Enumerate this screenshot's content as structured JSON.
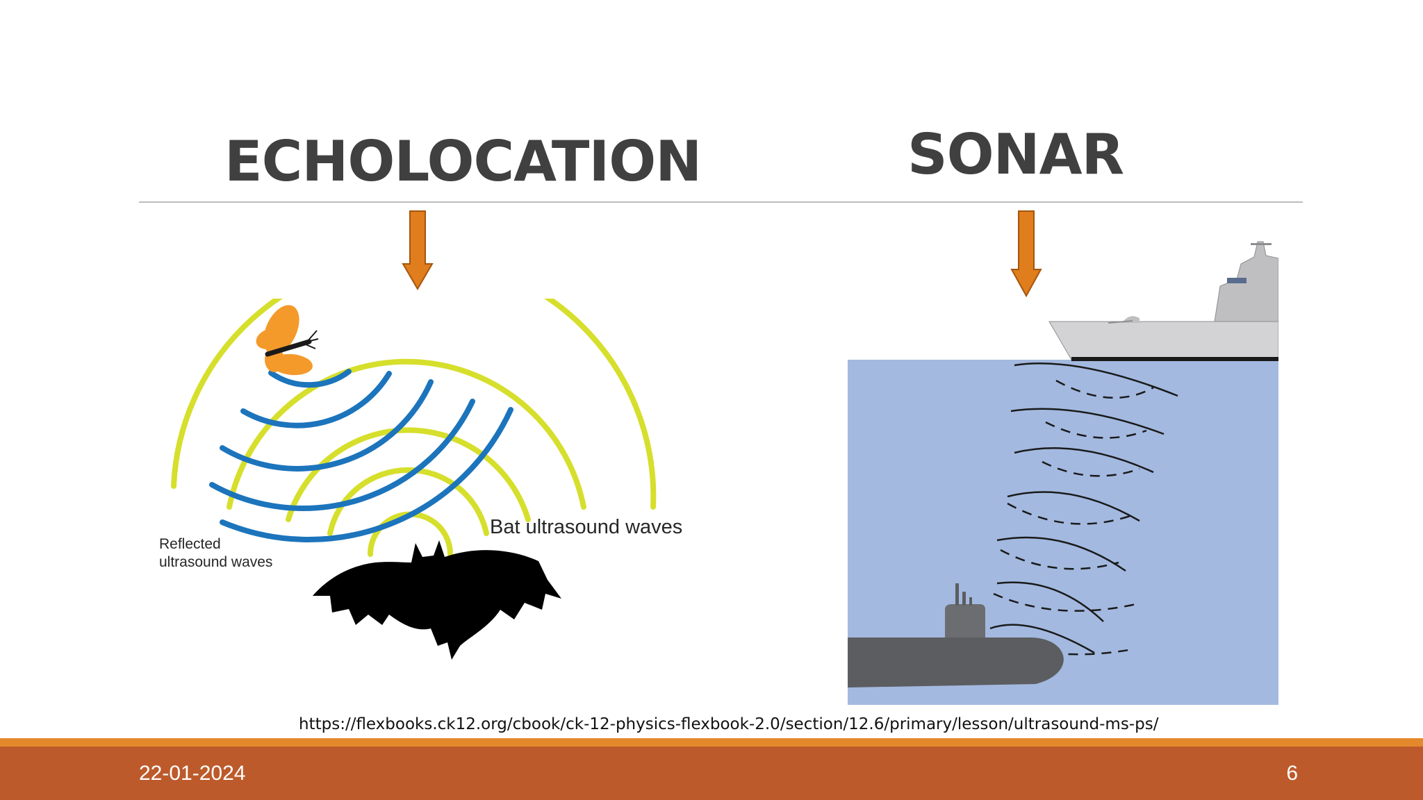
{
  "slide": {
    "left_title": "ECHOLOCATION",
    "right_title": "SONAR",
    "left_figure": {
      "reflected_label_line1": "Reflected",
      "reflected_label_line2": "ultrasound waves",
      "bat_label": "Bat ultrasound waves"
    },
    "source_url": "https://flexbooks.ck12.org/cbook/ck-12-physics-flexbook-2.0/section/12.6/primary/lesson/ultrasound-ms-ps/",
    "footer": {
      "date": "22-01-2024",
      "page_number": "6"
    }
  },
  "colors": {
    "title": "#404040",
    "arrow": "#e07d1c",
    "bat_wave": "#d6df2b",
    "reflected_wave": "#1c74bc",
    "water": "#a3b9e0",
    "footer_bar": "#bd5a2b",
    "footer_stripe": "#e4892b"
  },
  "icons": [
    "down-arrow-icon",
    "moth-icon",
    "bat-icon",
    "ship-icon",
    "submarine-icon"
  ]
}
